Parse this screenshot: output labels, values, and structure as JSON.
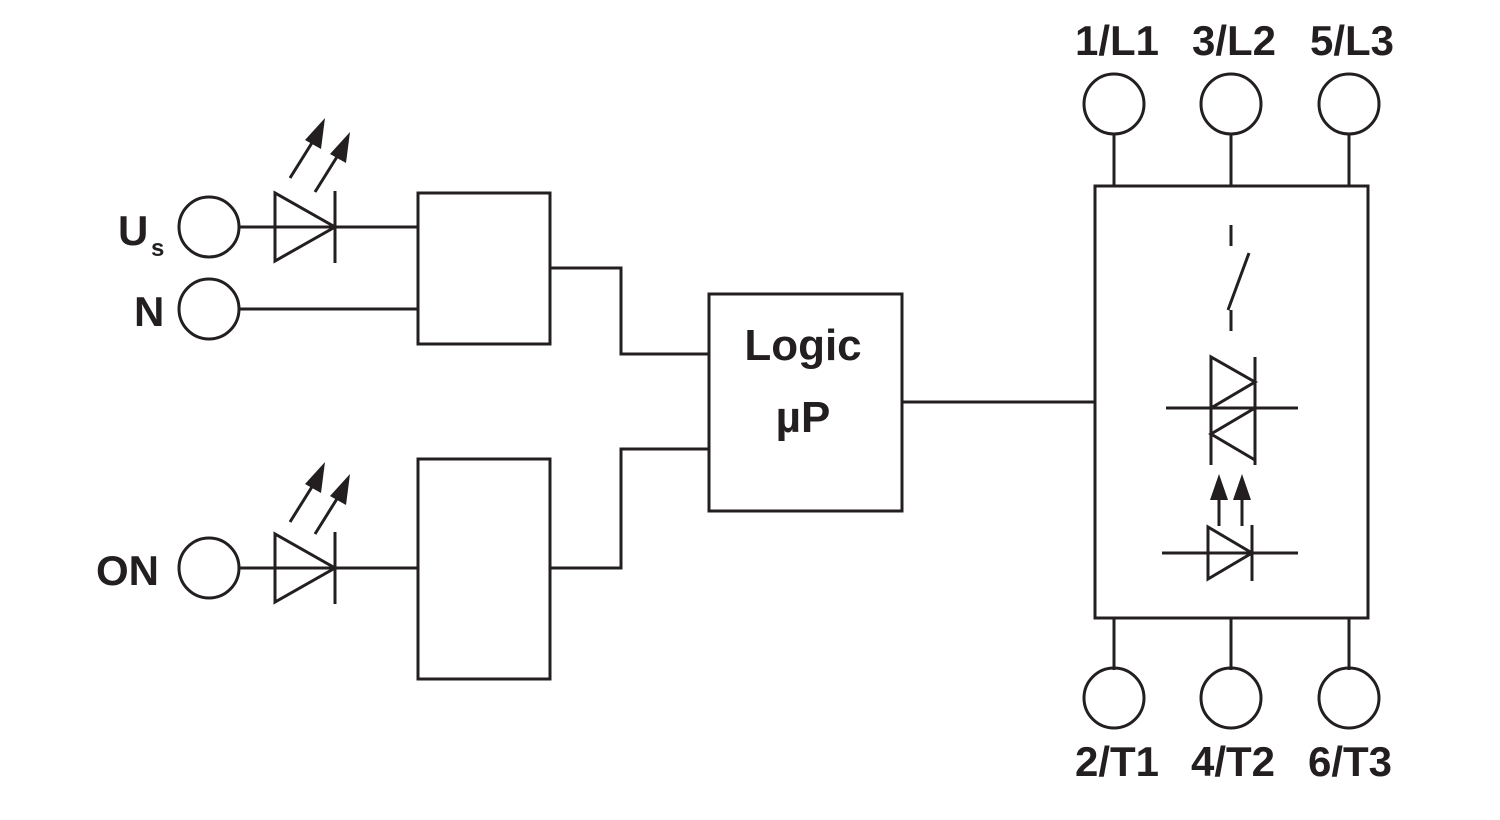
{
  "terminals": {
    "us_main": "U",
    "us_sub": "s",
    "n": "N",
    "on": "ON"
  },
  "logic": {
    "line1": "Logic",
    "line2": "µP"
  },
  "power_in": [
    "1/L1",
    "3/L2",
    "5/L3"
  ],
  "power_out": [
    "2/T1",
    "4/T2",
    "6/T3"
  ],
  "colors": {
    "stroke": "#231f20",
    "background": "#ffffff"
  }
}
